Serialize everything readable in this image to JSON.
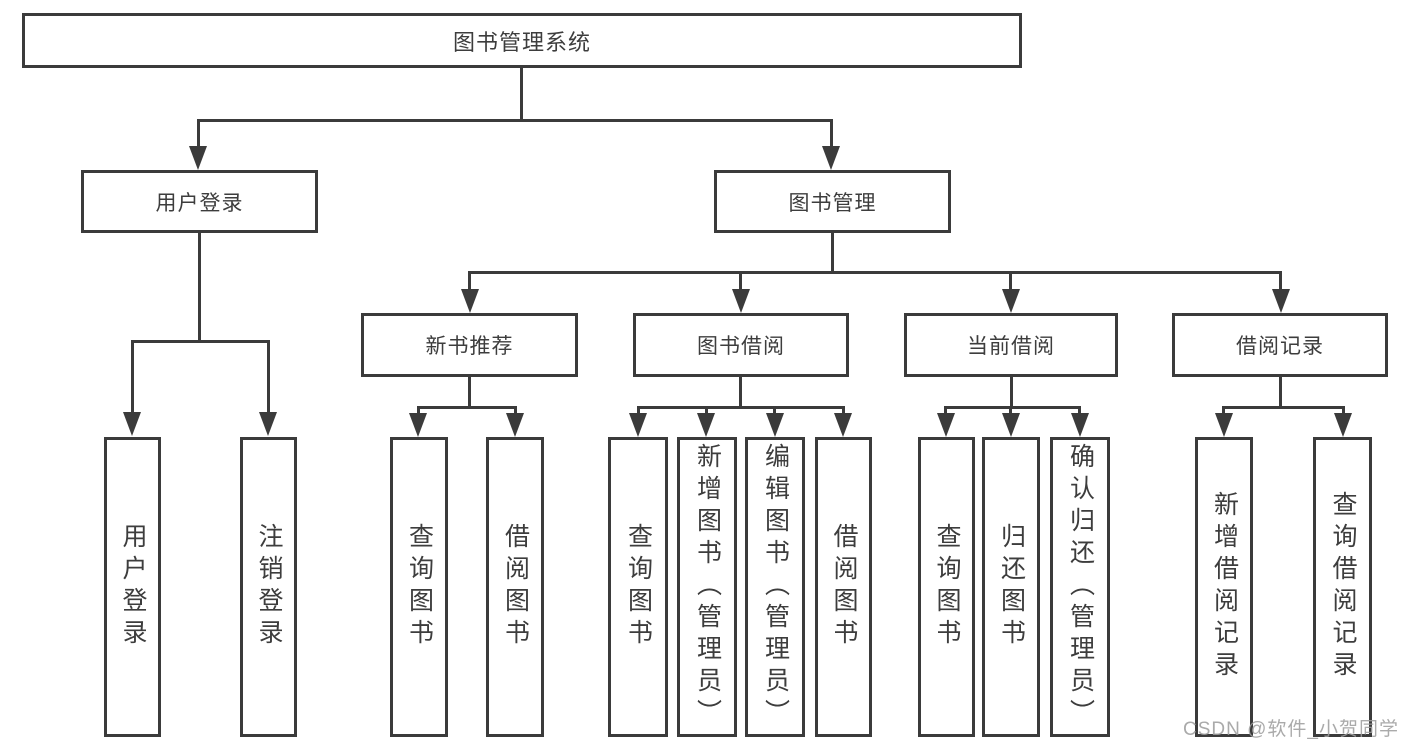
{
  "nodes": {
    "root": {
      "label": "图书管理系统"
    },
    "level2": [
      {
        "label": "用户登录"
      },
      {
        "label": "图书管理"
      }
    ],
    "level3": [
      {
        "label": "新书推荐"
      },
      {
        "label": "图书借阅"
      },
      {
        "label": "当前借阅"
      },
      {
        "label": "借阅记录"
      }
    ],
    "leaves": {
      "user_login": [
        {
          "label": "用户登录"
        },
        {
          "label": "注销登录"
        }
      ],
      "new_books": [
        {
          "label": "查询图书"
        },
        {
          "label": "借阅图书"
        }
      ],
      "book_borrow": [
        {
          "label": "查询图书"
        },
        {
          "label": "新增图书（管理员）"
        },
        {
          "label": "编辑图书（管理员）"
        },
        {
          "label": "借阅图书"
        }
      ],
      "current_borrow": [
        {
          "label": "查询图书"
        },
        {
          "label": "归还图书"
        },
        {
          "label": "确认归还（管理员）"
        }
      ],
      "borrow_records": [
        {
          "label": "新增借阅记录"
        },
        {
          "label": "查询借阅记录"
        }
      ]
    }
  },
  "watermark": "CSDN @软件_小贺同学",
  "colors": {
    "line": "#3b3b3b",
    "text": "#3d3d3d",
    "watermark": "#9e9e9e",
    "background": "#ffffff"
  }
}
